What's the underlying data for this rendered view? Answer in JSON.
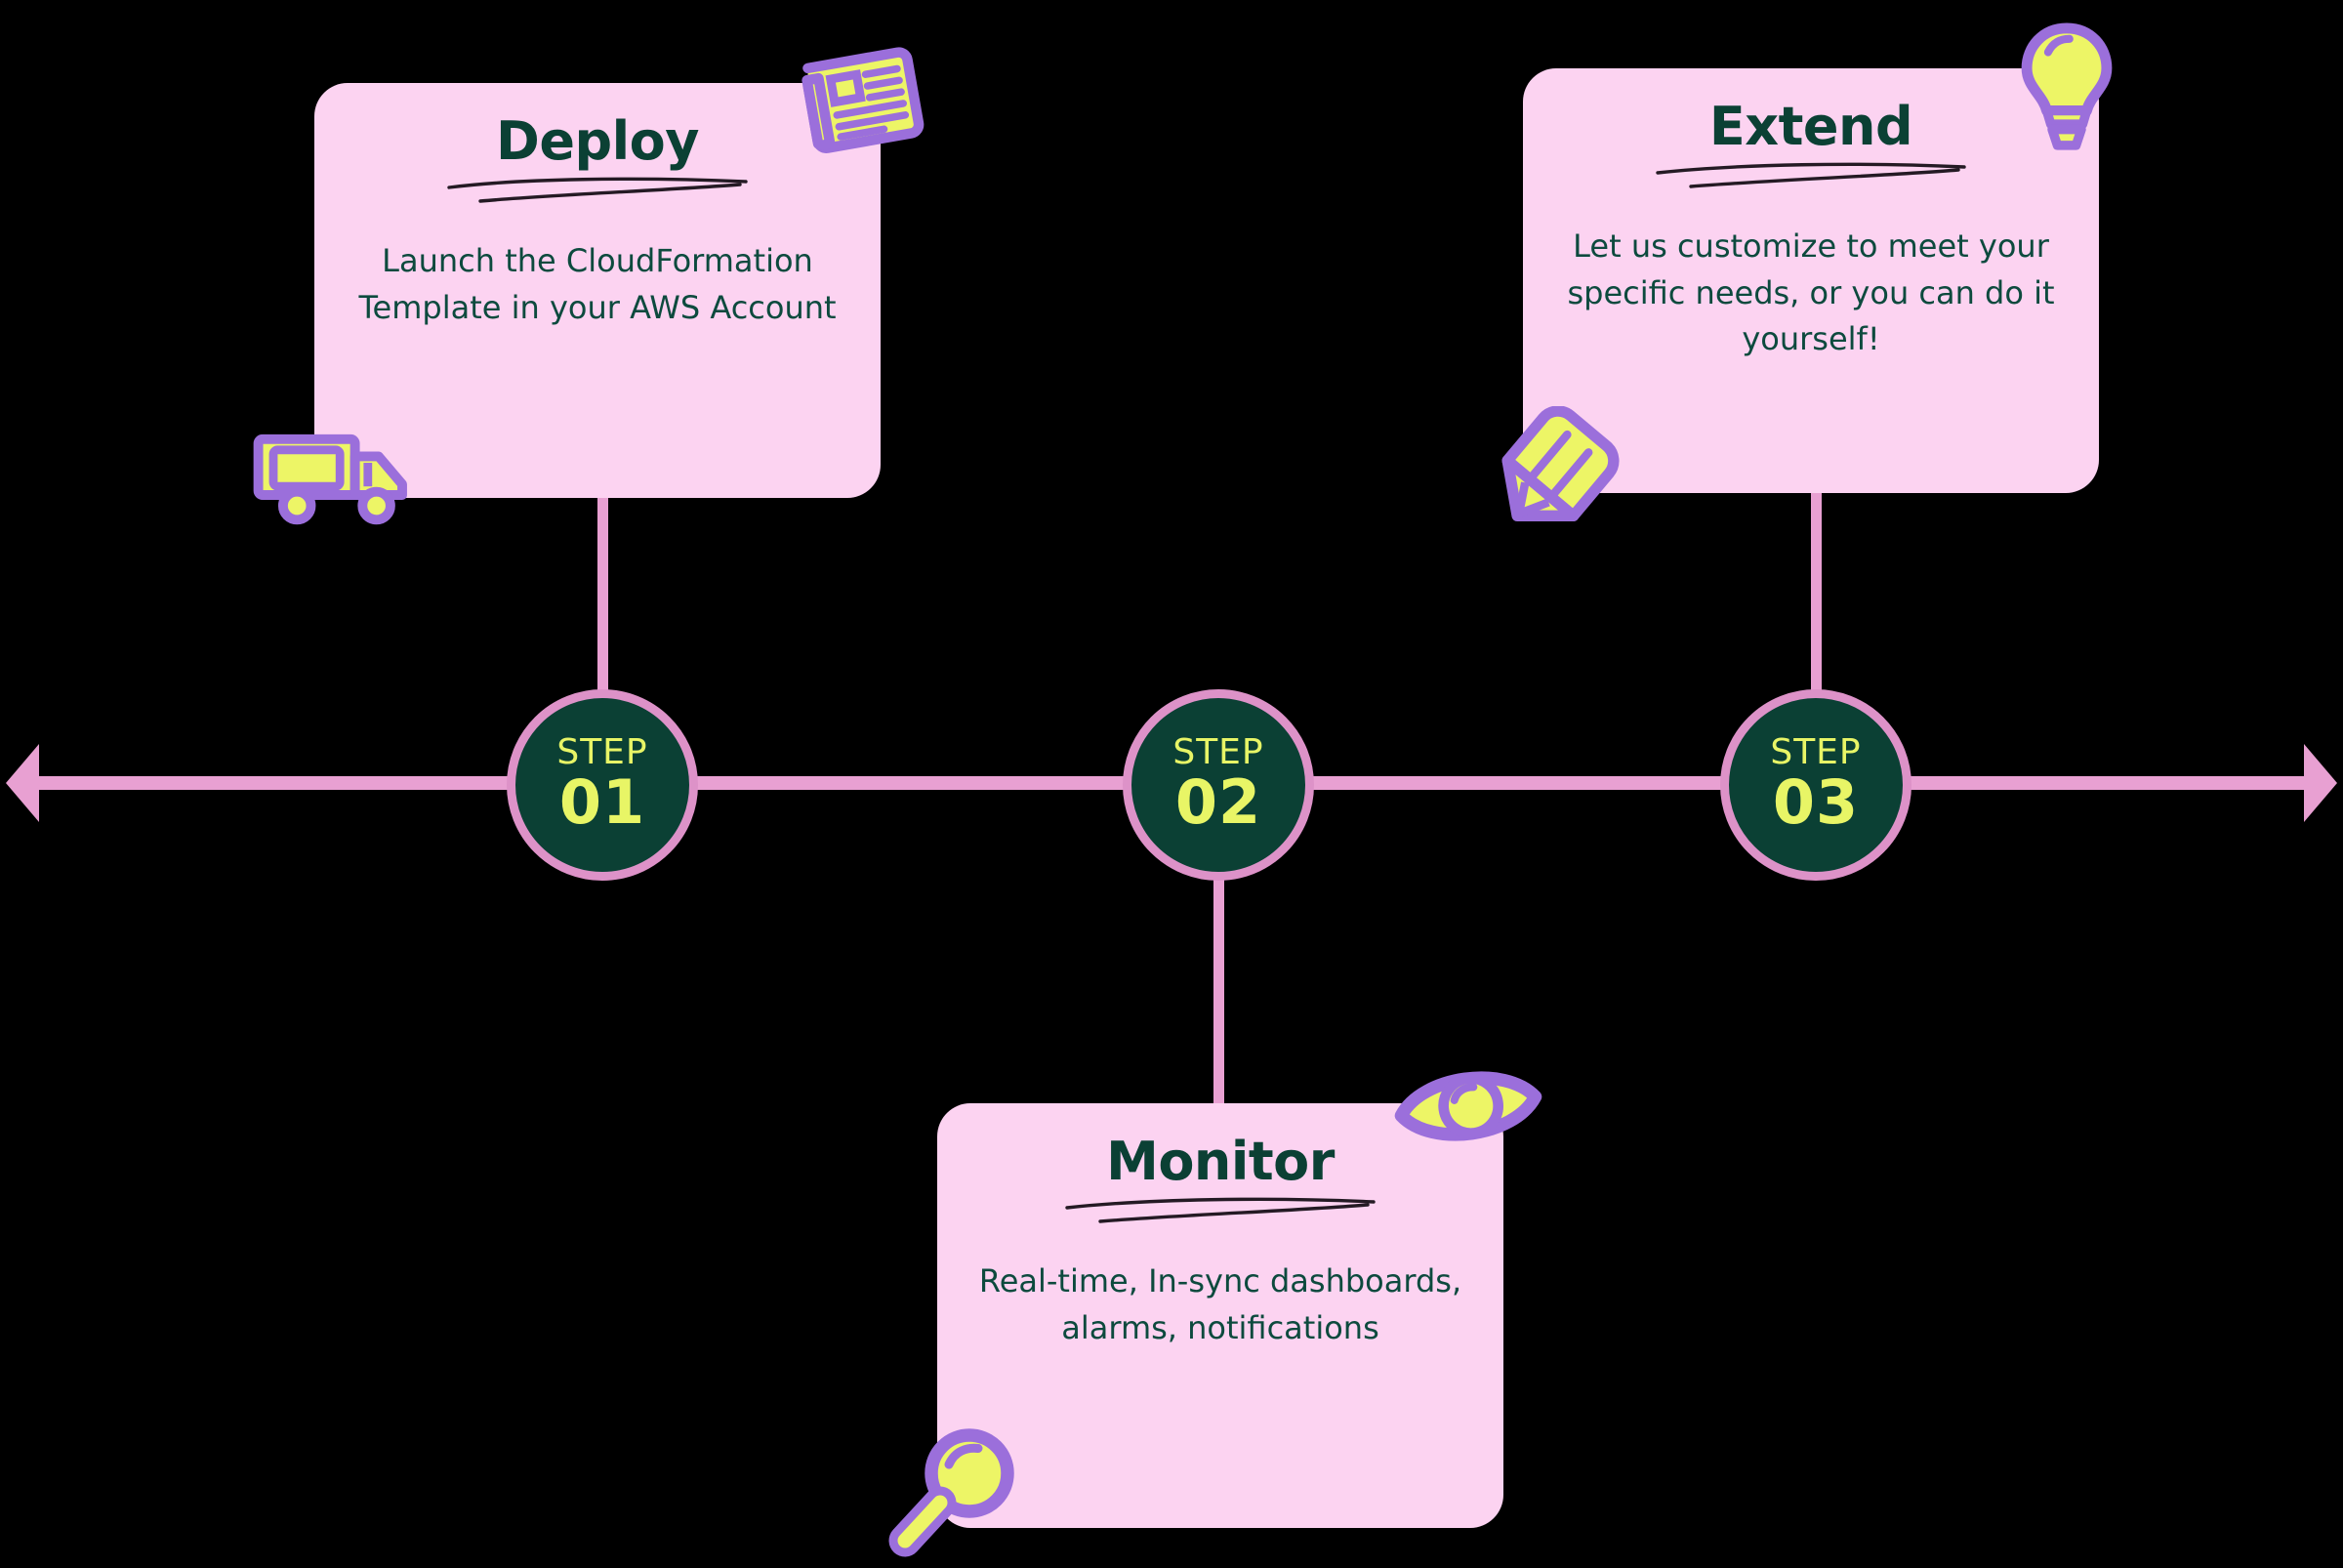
{
  "diagram": {
    "type": "timeline-process",
    "background_color": "#000000",
    "accent_pink": "#e8a0d2",
    "card_fill": "#fcd3f1",
    "circle_fill": "#0b4034",
    "circle_text_color": "#e8f566",
    "icon_outline": "#9b6fdb",
    "icon_fill": "#edf566"
  },
  "timeline": {
    "left_arrow": "arrow-left-icon",
    "right_arrow": "arrow-right-icon",
    "steps": [
      {
        "label": "STEP",
        "number": "01"
      },
      {
        "label": "STEP",
        "number": "02"
      },
      {
        "label": "STEP",
        "number": "03"
      }
    ]
  },
  "cards": [
    {
      "id": "deploy",
      "title": "Deploy",
      "body": "Launch the CloudFormation Template in your AWS Account",
      "icons": [
        "newspaper-icon",
        "delivery-truck-icon"
      ]
    },
    {
      "id": "extend",
      "title": "Extend",
      "body": "Let us customize to meet your specific needs, or you can do it yourself!",
      "icons": [
        "lightbulb-icon",
        "pencil-icon"
      ]
    },
    {
      "id": "monitor",
      "title": "Monitor",
      "body": "Real-time, In-sync dashboards, alarms, notifications",
      "icons": [
        "eye-icon",
        "magnifier-icon"
      ]
    }
  ]
}
